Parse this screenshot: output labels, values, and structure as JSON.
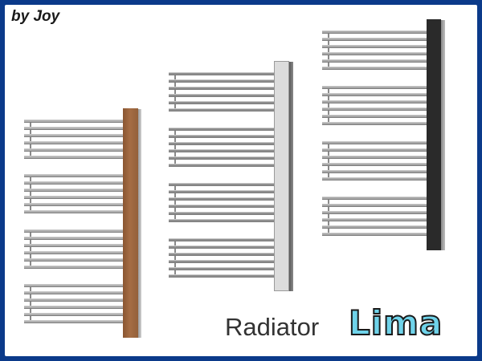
{
  "credit": "by Joy",
  "title": {
    "prefix": "Radiator",
    "name": "Lima",
    "name_color": "#6fd3ea"
  },
  "frame": {
    "border_color": "#0b3a8a",
    "background": "#ffffff"
  },
  "radiators": [
    {
      "finish": "wood",
      "panel_color": "#9a643c",
      "bars_color": "#b0b0b0",
      "bar_groups": 4,
      "bars_per_group": 6
    },
    {
      "finish": "light-grey",
      "panel_color": "#dcdcdc",
      "bars_color": "#8e8e8e",
      "bar_groups": 4,
      "bars_per_group": 6
    },
    {
      "finish": "black",
      "panel_color": "#2a2a2a",
      "bars_color": "#a8a8a8",
      "bar_groups": 4,
      "bars_per_group": 6
    }
  ]
}
